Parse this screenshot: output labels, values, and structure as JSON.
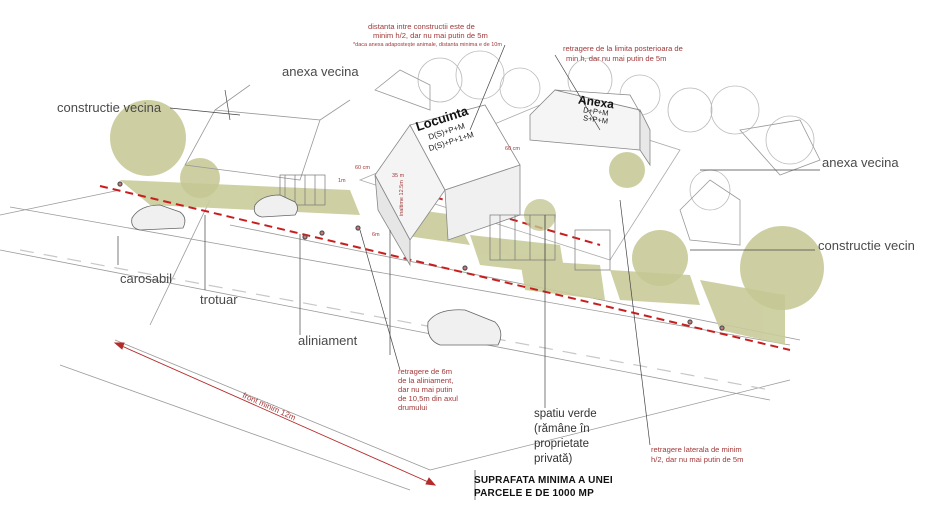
{
  "labels": {
    "anexa_vecina_left": "anexa vecina",
    "constructie_vecina_left": "constructie vecina",
    "anexa_vecina_right": "anexa vecina",
    "constructie_vecina_right": "constructie vecin",
    "carosabil": "carosabil",
    "trotuar": "trotuar",
    "aliniament": "aliniament",
    "distanta_1": "distanta intre constructii este de",
    "distanta_2": "minim h/2, dar nu mai putin de 5m",
    "distanta_3": "*daca anexa adapostește animale, distanta minima e de 10m",
    "retragere_post_1": "retragere de la limita posterioara de",
    "retragere_post_2": "min h, dar nu mai putin de 5m",
    "retragere_alin_1": "retragere de 6m",
    "retragere_alin_2": "de la aliniament,",
    "retragere_alin_3": "dar nu mai putin",
    "retragere_alin_4": "de 10,5m din axul",
    "retragere_alin_5": "drumului",
    "spatiu_1": "spatiu verde",
    "spatiu_2": "(rămâne în",
    "spatiu_3": "proprietate",
    "spatiu_4": "privată)",
    "retragere_lat_1": "retragere laterala de minim",
    "retragere_lat_2": "h/2, dar nu mai putin de 5m",
    "suprafata_1": "SUPRAFATA MINIMA A UNEI",
    "suprafata_2": "PARCELE E DE 1000 MP",
    "front_minim": "front minim 12m"
  },
  "buildings": {
    "locuinta_title": "Locuinta",
    "locuinta_l1": "D(S)+P+M",
    "locuinta_l2": "D(S)+P+1+M",
    "anexa_title": "Anexa",
    "anexa_l1": "D+P+M",
    "anexa_l2": "S+P+M"
  },
  "dimensions": {
    "d60cm_1": "60 cm",
    "d60cm_2": "60 cm",
    "d35m": "35 m",
    "dinaltime": "inaltime 12.5m",
    "d1m": "1m",
    "d6m": "6m"
  },
  "colors": {
    "green": "#c9cc9a",
    "red": "#c81e1e",
    "line": "#8a8a8a",
    "label_red": "#a23a3a"
  }
}
